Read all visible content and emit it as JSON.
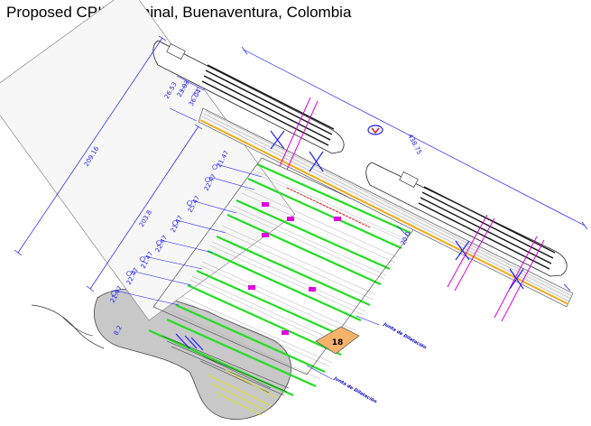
{
  "title": "Proposed CPIB Terminal, Buenaventura, Colombia",
  "dimensions": {
    "ship_length": "438.75",
    "total_width": "209.16",
    "yard_width": "203.8",
    "offset_a": "26.53",
    "offset_b": "23.03",
    "offset_c": "36.04",
    "right_gap": "20.0",
    "row_spacings": [
      "21.47",
      "22.47",
      "25.47",
      "21.47",
      "22.47",
      "21.47",
      "22.47",
      "21.47"
    ],
    "left_short": "8.2"
  },
  "labels": {
    "block_18": "18",
    "junta_1": "Junta de Dilatación",
    "junta_2": "Junta de Dilatación"
  },
  "colors": {
    "dimension": "#1a1aff",
    "block_rails": "#22dd22",
    "crane": "#e000e0",
    "gate_block": "#f5b26b",
    "apron": "#f5a700",
    "land": "#c8c8c8"
  }
}
